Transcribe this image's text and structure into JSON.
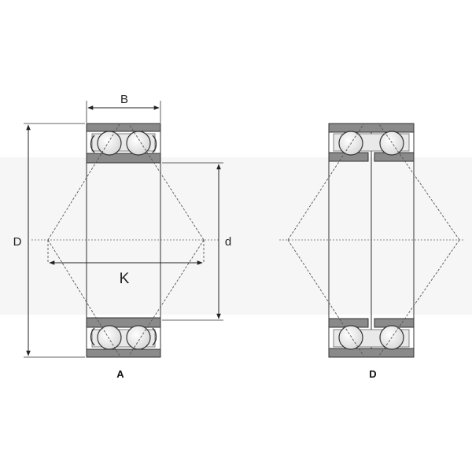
{
  "labels": {
    "B": "B",
    "D_outer": "D",
    "d_bore": "d",
    "K": "K"
  },
  "captions": {
    "left": "A",
    "right": "D"
  },
  "colors": {
    "ring": "#8a8a8a",
    "ball": "#f4f4f4",
    "line": "#333333",
    "dash": "#555555"
  }
}
